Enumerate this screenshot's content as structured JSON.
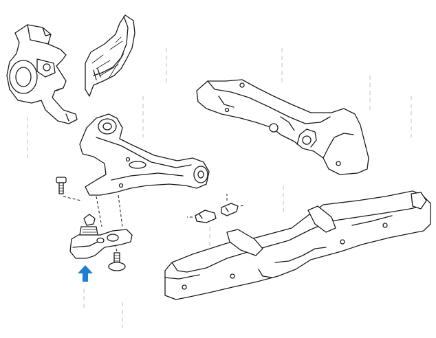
{
  "diagram": {
    "parts": [
      {
        "name": "steering-knuckle"
      },
      {
        "name": "splash-shield"
      },
      {
        "name": "front-crossmember"
      },
      {
        "name": "lower-control-arm"
      },
      {
        "name": "ball-joint"
      },
      {
        "name": "ball-joint-bolt"
      },
      {
        "name": "bolt"
      },
      {
        "name": "subframe"
      },
      {
        "name": "bracket"
      }
    ],
    "highlighted_part": "ball-joint",
    "arrow_color": "#1f7fd1",
    "line_color": "#1a1a1a"
  }
}
